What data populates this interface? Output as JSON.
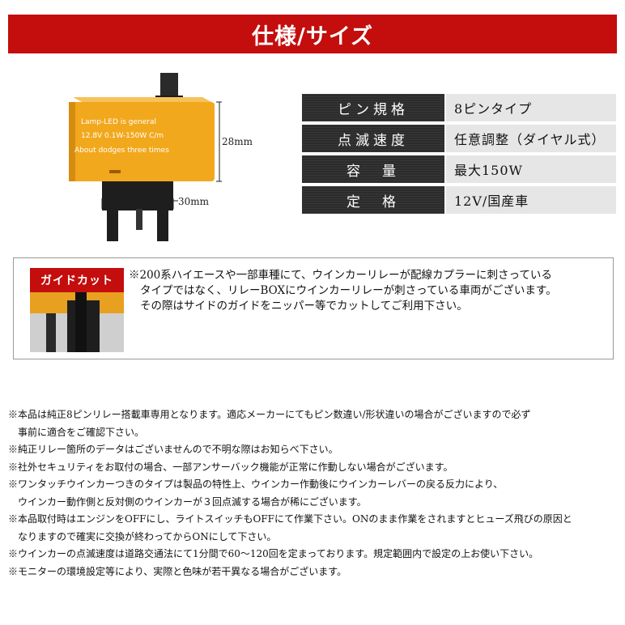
{
  "banner": {
    "title": "仕様/サイズ",
    "color": "#c40d0d"
  },
  "product": {
    "label_lines": [
      "Lamp-LED is general",
      "12.8V 0.1W-150W C/m",
      "About dodges three times"
    ],
    "height_dim": "28mm",
    "width_dim": "30mm",
    "body_color": "#f2a81d"
  },
  "spec": {
    "rows": [
      {
        "label": "ピン規格",
        "value": "8ピンタイプ"
      },
      {
        "label": "点滅速度",
        "value": "任意調整（ダイヤル式）"
      },
      {
        "label": "容　量",
        "value": "最大150W"
      },
      {
        "label": "定　格",
        "value": "12V/国産車"
      }
    ]
  },
  "guide": {
    "label": "ガイドカット",
    "lines": [
      "※200系ハイエースや一部車種にて、ウインカーリレーが配線カプラーに刺さっている",
      "タイプではなく、リレーBOXにウインカーリレーが刺さっている車両がございます。",
      "その際はサイドのガイドをニッパー等でカットしてご利用下さい。"
    ]
  },
  "notes": [
    {
      "line": "※本品は純正8ピンリレー搭載車専用となります。適応メーカーにてもピン数違い/形状違いの場合がございますので必ず",
      "cont": "事前に適合をご確認下さい。"
    },
    {
      "line": "※純正リレー箇所のデータはございませんので不明な際はお知らべ下さい。",
      "cont": ""
    },
    {
      "line": "※社外セキュリティをお取付の場合、一部アンサーバック機能が正常に作動しない場合がございます。",
      "cont": ""
    },
    {
      "line": "※ワンタッチウインカーつきのタイプは製品の特性上、ウインカー作動後にウインカーレバーの戻る反力により、",
      "cont": "ウインカー動作側と反対側のウインカーが３回点滅する場合が稀にございます。"
    },
    {
      "line": "※本品取付時はエンジンをOFFにし、ライトスイッチもOFFにて作業下さい。ONのまま作業をされますとヒューズ飛びの原因と",
      "cont": "なりますので確実に交換が終わってからONにして下さい。"
    },
    {
      "line": "※ウインカーの点滅速度は道路交通法にて1分間で60～120回を定まっております。規定範囲内で設定の上お使い下さい。",
      "cont": ""
    },
    {
      "line": "※モニターの環境設定等により、実際と色味が若干異なる場合がございます。",
      "cont": ""
    }
  ]
}
